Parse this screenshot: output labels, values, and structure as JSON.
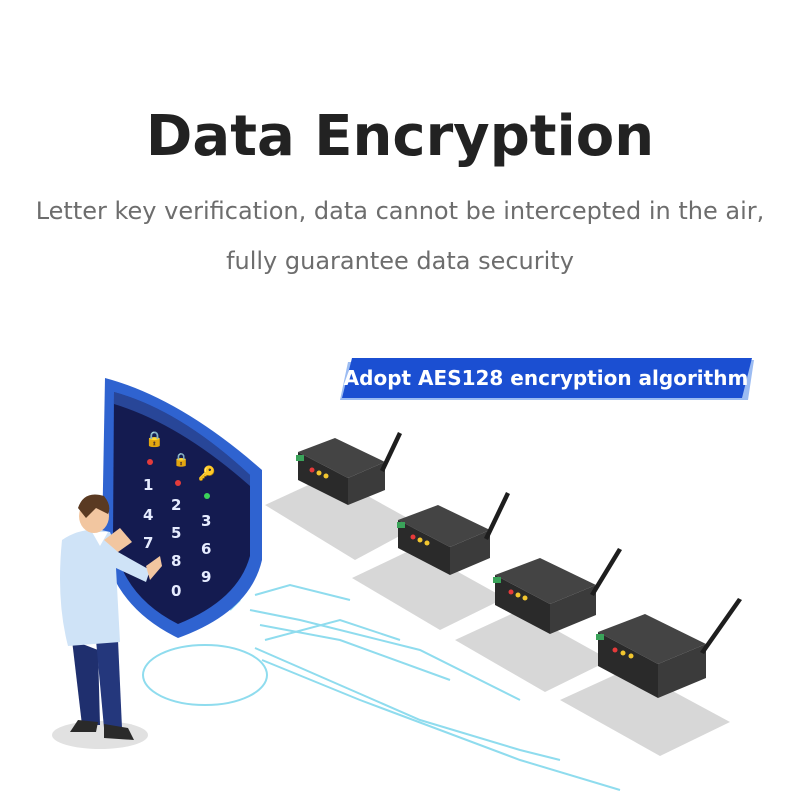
{
  "header": {
    "title": "Data Encryption",
    "subtitle_line1": "Letter key verification, data cannot be intercepted in the air,",
    "subtitle_line2": "fully guarantee data security"
  },
  "badge": {
    "label": "Adopt AES128 encryption algorithm",
    "color": "#1a4fd0"
  },
  "keypad": {
    "digits": [
      "1",
      "2",
      "3",
      "4",
      "5",
      "6",
      "7",
      "8",
      "9",
      "0"
    ]
  },
  "colors": {
    "shield_outer": "#2a5cc9",
    "shield_inner": "#12194a",
    "network_line": "#7fd8ec",
    "device_body": "#2b2b2b",
    "device_shadow": "#d6d6d6"
  }
}
